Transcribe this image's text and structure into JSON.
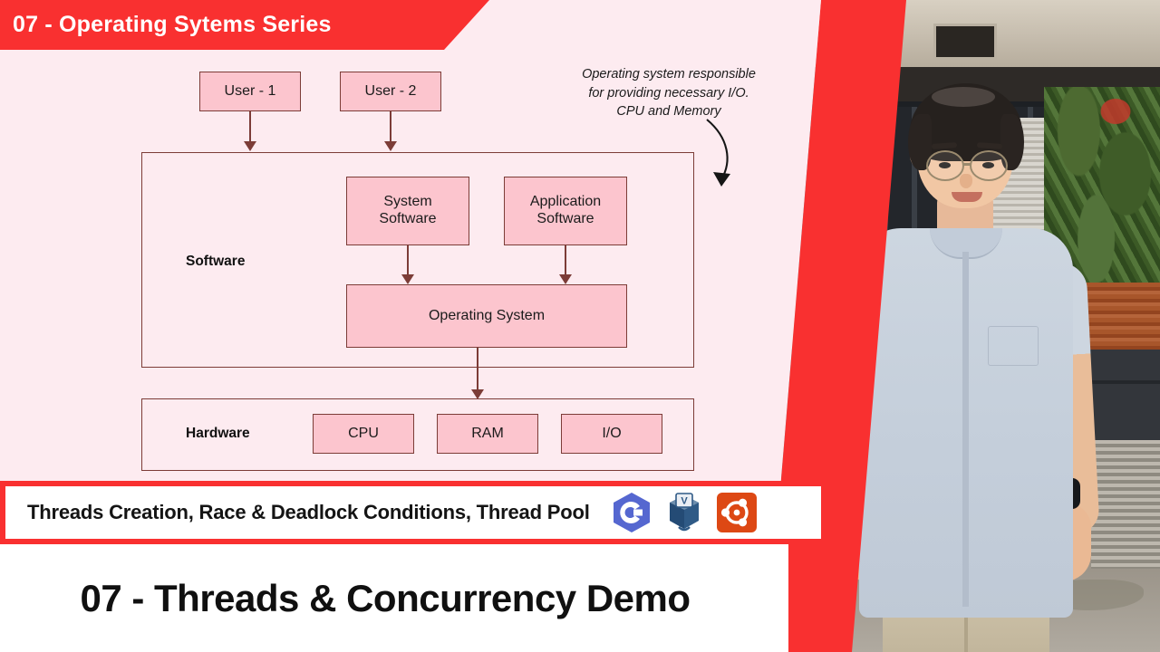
{
  "header": {
    "title": "07 - Operating Sytems Series",
    "bar_color": "#f93030",
    "text_color": "#ffffff"
  },
  "slide": {
    "background_color": "#fdebf0",
    "node_fill": "#fcc5ce",
    "node_border": "#7c3c37"
  },
  "diagram": {
    "users": [
      {
        "label": "User - 1"
      },
      {
        "label": "User - 2"
      }
    ],
    "software_section": {
      "label": "Software",
      "nodes": [
        {
          "label_line1": "System",
          "label_line2": "Software"
        },
        {
          "label_line1": "Application",
          "label_line2": "Software"
        },
        {
          "label": "Operating System"
        }
      ]
    },
    "hardware_section": {
      "label": "Hardware",
      "nodes": [
        {
          "label": "CPU"
        },
        {
          "label": "RAM"
        },
        {
          "label": "I/O"
        }
      ]
    },
    "annotation": {
      "line1": "Operating system responsible",
      "line2": "for providing necessary I/O.",
      "line3": "CPU and Memory"
    }
  },
  "sub_banner": {
    "text": "Threads Creation, Race & Deadlock Conditions, Thread Pool",
    "border_color": "#f93030",
    "logos": [
      {
        "name": "c-language-logo",
        "alt": "C"
      },
      {
        "name": "virtualbox-logo",
        "alt": "VirtualBox"
      },
      {
        "name": "ubuntu-logo",
        "alt": "Ubuntu"
      }
    ]
  },
  "bottom_title": {
    "text": "07 - Threads & Concurrency Demo"
  },
  "video": {
    "presenter_alt": "Presenter standing outdoors in front of a house"
  }
}
